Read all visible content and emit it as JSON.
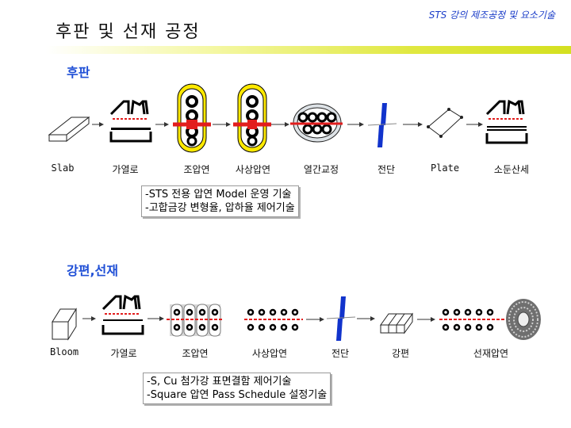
{
  "header": {
    "title": "후판 및 선재 공정",
    "subtitle": "STS 강의 제조공정 및 요소기술"
  },
  "colors": {
    "accent_blue": "#1f4fd6",
    "roll_red": "#e21d1d",
    "roll_yellow": "#ffe900",
    "blade_blue": "#1133cc"
  },
  "plate": {
    "section_label": "후판",
    "steps": [
      "Slab",
      "가열로",
      "조압연",
      "사상압연",
      "열간교정",
      "전단",
      "Plate",
      "소둔산세"
    ],
    "notes": [
      "-STS 전용 압연 Model 운영 기술",
      "-고합금강 변형율, 압하율 제어기술"
    ]
  },
  "wire": {
    "section_label": "강편,선재",
    "steps": [
      "Bloom",
      "가열로",
      "조압연",
      "사상압연",
      "전단",
      "강편",
      "선재압연"
    ],
    "notes": [
      "-S, Cu 첨가강 표면결함 제어기술",
      "-Square 압연 Pass Schedule 설정기술"
    ]
  }
}
